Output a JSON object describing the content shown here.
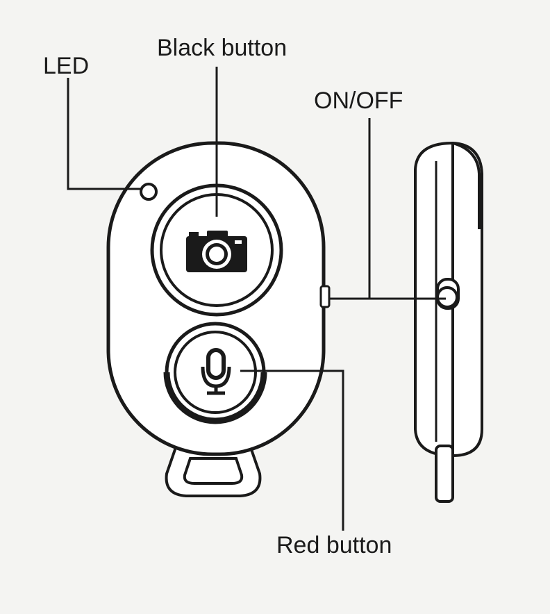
{
  "labels": {
    "led": "LED",
    "black_button": "Black button",
    "on_off": "ON/OFF",
    "red_button": "Red button"
  },
  "icons": {
    "shutter": "camera-icon",
    "voice": "microphone-icon"
  },
  "colors": {
    "background": "#f4f4f2",
    "line": "#1a1a1a",
    "icon": "#1a1a1a"
  }
}
